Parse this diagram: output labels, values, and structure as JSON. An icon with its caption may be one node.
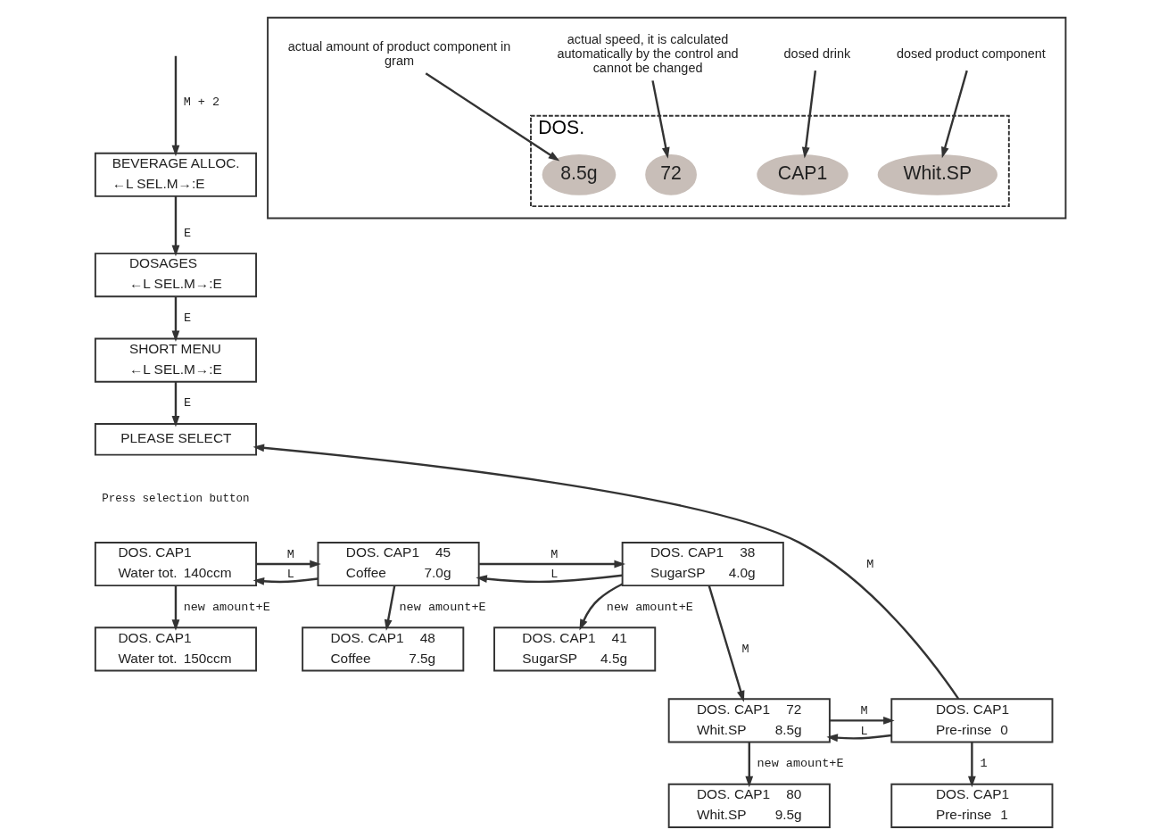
{
  "diagram": {
    "nodes": [
      {
        "text": [
          "BEVERAGE ALLOC.",
          "←L SEL.M→:E"
        ]
      },
      {
        "text": [
          "DOSAGES",
          "←L SEL.M→:E"
        ]
      },
      {
        "text": [
          "SHORT MENU",
          "←L SEL.M→:E"
        ]
      },
      {
        "text": [
          "PLEASE SELECT"
        ],
        "beside": [
          "Press selection button"
        ]
      },
      {
        "text": [
          "DOS. CAP1",
          "Water tot.",
          "140ccm"
        ]
      },
      {
        "text": [
          "DOS. CAP1",
          "45",
          "Coffee",
          "7.0g"
        ]
      },
      {
        "text": [
          "DOS. CAP1",
          "38",
          "SugarSP",
          "4.0g"
        ]
      },
      {
        "text": [
          "DOS. CAP1",
          "Water tot.",
          "150ccm"
        ]
      },
      {
        "text": [
          "DOS. CAP1",
          "48",
          "Coffee",
          "7.5g"
        ]
      },
      {
        "text": [
          "DOS. CAP1",
          "41",
          "SugarSP",
          "4.5g"
        ]
      },
      {
        "text": [
          "DOS. CAP1",
          "72",
          "Whit.SP",
          "8.5g"
        ]
      },
      {
        "text": [
          "DOS. CAP1",
          "Pre-rinse",
          "0"
        ]
      },
      {
        "text": [
          "DOS. CAP1",
          "80",
          "Whit.SP",
          "9.5g"
        ]
      },
      {
        "text": [
          "DOS. CAP1",
          "Pre-rinse",
          "1"
        ]
      },
      {
        "text": [],
        "shape": "box"
      },
      {
        "text": [
          "DOS."
        ],
        "in": 14
      },
      {
        "text": [
          "CAP1"
        ],
        "in": 15
      },
      {
        "text": [
          "72"
        ],
        "in": 15
      },
      {
        "text": [
          "Whit.SP"
        ],
        "in": 15
      },
      {
        "text": [
          "8.5g"
        ],
        "in": 15
      },
      {
        "text": [
          "dosed product component"
        ],
        "in": 14
      },
      {
        "text": [
          "dosed drink"
        ],
        "in": 14
      },
      {
        "text": [
          "actual speed, it is calculated automatically by the control and cannot be changed"
        ],
        "in": 14
      },
      {
        "text": [
          "actual amount of product component in gram"
        ],
        "in": 14
      }
    ],
    "edges": [
      {
        "from": null,
        "to": 0,
        "arrow": "to",
        "label": "M + 2"
      },
      {
        "from": 0,
        "to": 1,
        "arrow": "to",
        "label": "E"
      },
      {
        "from": 1,
        "to": 2,
        "arrow": "to",
        "label": "E"
      },
      {
        "from": 2,
        "to": 3,
        "arrow": "to",
        "label": "E"
      },
      {
        "from": 4,
        "to": 5,
        "arrow": "to",
        "label": "M"
      },
      {
        "from": 5,
        "to": 4,
        "arrow": "to",
        "label": "L"
      },
      {
        "from": 5,
        "to": 6,
        "arrow": "to",
        "label": "M"
      },
      {
        "from": 6,
        "to": 5,
        "arrow": "to",
        "label": "L"
      },
      {
        "from": 4,
        "to": 7,
        "arrow": "to",
        "label": "new amount+E"
      },
      {
        "from": 5,
        "to": 8,
        "arrow": "to",
        "label": "new amount+E"
      },
      {
        "from": 6,
        "to": 9,
        "arrow": "to",
        "label": "new amount+E"
      },
      {
        "from": 6,
        "to": 10,
        "arrow": "to",
        "label": "M"
      },
      {
        "from": 10,
        "to": 11,
        "arrow": "to",
        "label": "M"
      },
      {
        "from": 11,
        "to": 10,
        "arrow": "to",
        "label": "L"
      },
      {
        "from": 10,
        "to": 12,
        "arrow": "to",
        "label": "new amount+E"
      },
      {
        "from": 11,
        "to": 13,
        "arrow": "to",
        "label": "1"
      },
      {
        "from": 11,
        "to": 3,
        "arrow": "to",
        "label": "M"
      },
      {
        "from": 20,
        "to": 18,
        "arrow": "to"
      },
      {
        "from": 21,
        "to": 16,
        "arrow": "to"
      },
      {
        "from": 22,
        "to": 17,
        "arrow": "to"
      },
      {
        "from": 23,
        "to": 19,
        "arrow": "to"
      }
    ]
  }
}
